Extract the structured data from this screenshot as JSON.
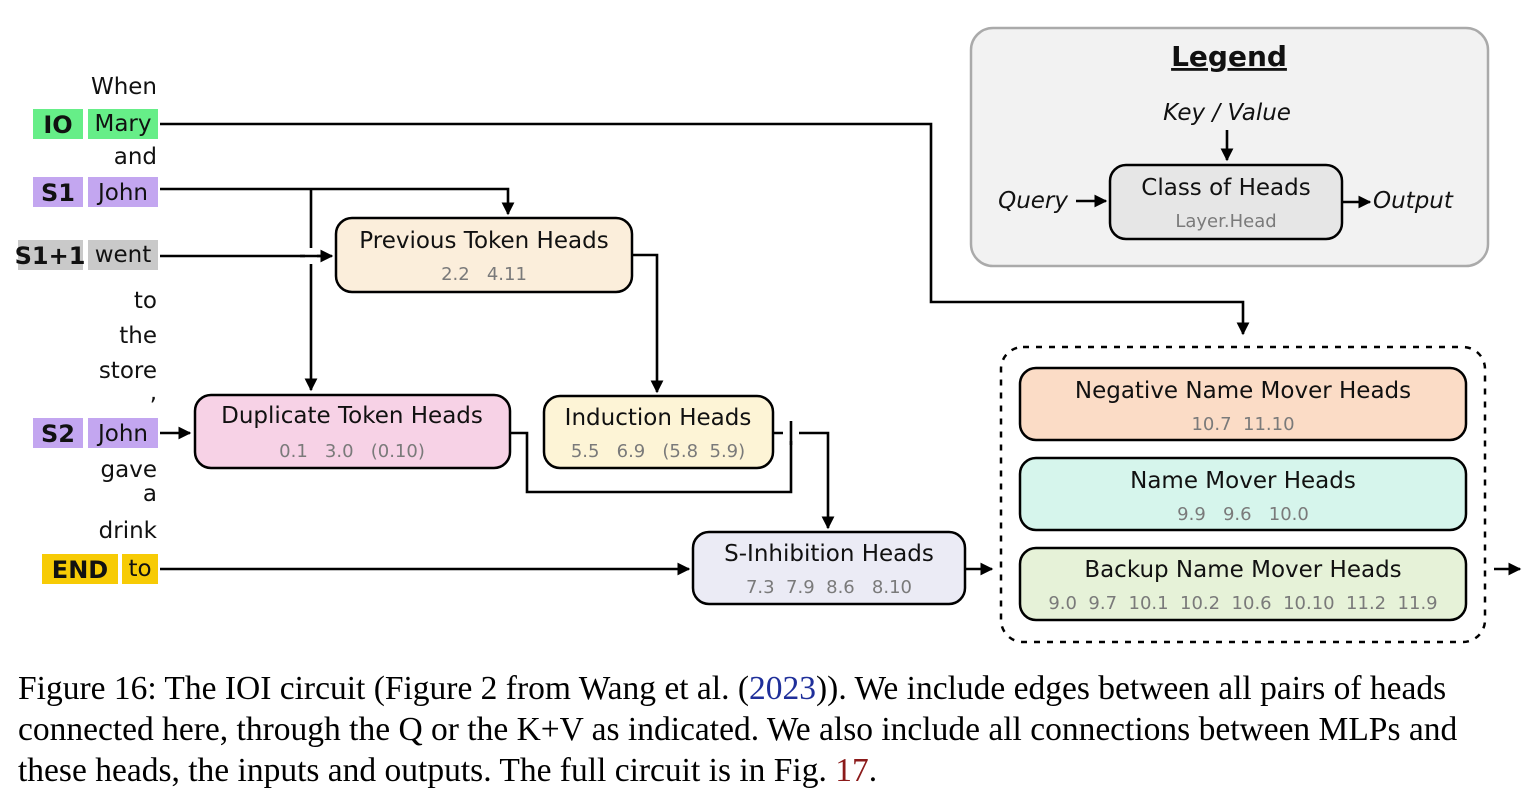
{
  "tokens": {
    "when": "When",
    "mary": "Mary",
    "and": "and",
    "john1": "John",
    "went": "went",
    "to1": "to",
    "the": "the",
    "store": "store",
    "comma": ",",
    "john2": "John",
    "gave": "gave",
    "a": "a",
    "drink": "drink",
    "to2": "to"
  },
  "tags": {
    "io": "IO",
    "s1": "S1",
    "s1p1": "S1+1",
    "s2": "S2",
    "end": "END"
  },
  "boxes": {
    "previous_token": {
      "title": "Previous Token Heads",
      "heads": "2.2   4.11"
    },
    "duplicate_token": {
      "title": "Duplicate Token Heads",
      "heads": "0.1   3.0   (0.10)"
    },
    "induction": {
      "title": "Induction Heads",
      "heads": "5.5   6.9   (5.8  5.9)"
    },
    "s_inhibition": {
      "title": "S-Inhibition Heads",
      "heads": "7.3  7.9  8.6   8.10"
    },
    "negative_name_mover": {
      "title": "Negative Name Mover Heads",
      "heads": "10.7  11.10"
    },
    "name_mover": {
      "title": "Name Mover Heads",
      "heads": "9.9   9.6   10.0"
    },
    "backup_name_mover": {
      "title": "Backup Name Mover Heads",
      "heads": "9.0  9.7  10.1  10.2  10.6  10.10  11.2  11.9"
    }
  },
  "legend": {
    "title": "Legend",
    "key_value": "Key / Value",
    "query": "Query",
    "output": "Output",
    "class_title": "Class of Heads",
    "class_sub": "Layer.Head"
  },
  "caption": {
    "part1": "Figure 16: The IOI circuit (Figure 2 from Wang et al. (",
    "year": "2023",
    "part2": ")). We include edges between all pairs of heads connected here, through the Q or the K+V as indicated. We also include all connections between MLPs and these heads, the inputs and outputs. The full circuit is in Fig. ",
    "fig_ref": "17",
    "part3": "."
  },
  "colors": {
    "io": "#66ee88",
    "s1": "#c3a6f0",
    "s1p1": "#c9c9c9",
    "s2": "#c3a6f0",
    "end": "#f7cb05",
    "previous_token": "#fbeedb",
    "duplicate_token": "#f7d2e6",
    "induction": "#fdf4d6",
    "s_inhibition": "#ebebf5",
    "negative_name_mover": "#fbdcc6",
    "name_mover": "#d6f5ec",
    "backup_name_mover": "#e6f2d8",
    "legend_bg": "#f2f2f2",
    "legend_box": "#e6e6e6"
  }
}
